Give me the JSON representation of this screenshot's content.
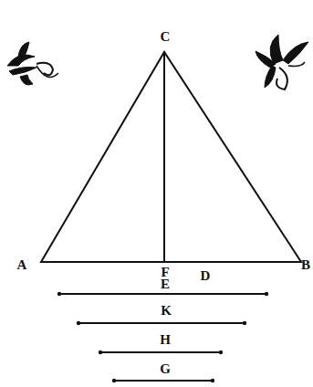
{
  "diagram": {
    "labels": [
      "C",
      "A",
      "F",
      "E",
      "D",
      "B",
      "K",
      "H",
      "G"
    ]
  }
}
